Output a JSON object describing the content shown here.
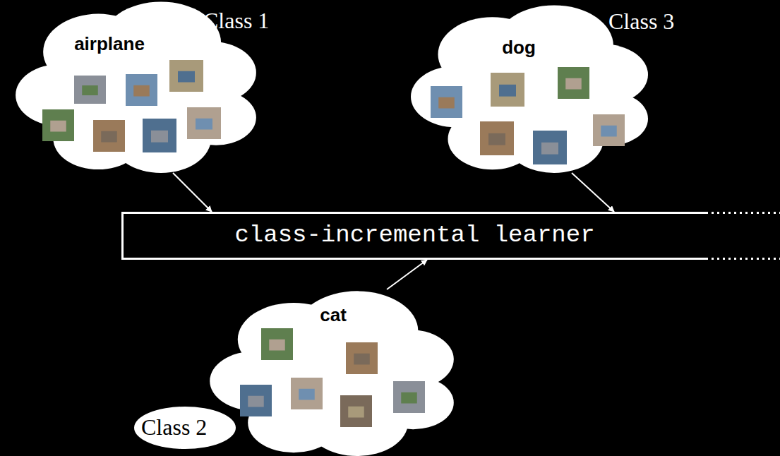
{
  "diagram": {
    "nodes": [
      {
        "text": [
          "airplane",
          "Class 1"
        ]
      },
      {
        "text": [
          "dog",
          "Class 3"
        ]
      },
      {
        "text": [
          "class-incremental learner"
        ]
      },
      {
        "text": [
          "cat",
          "Class 2"
        ]
      }
    ],
    "edges": [
      {
        "from": 0,
        "to": 2,
        "arrow": "to"
      },
      {
        "from": 1,
        "to": 2,
        "arrow": "to"
      },
      {
        "from": 3,
        "to": 2,
        "arrow": "to"
      }
    ]
  }
}
